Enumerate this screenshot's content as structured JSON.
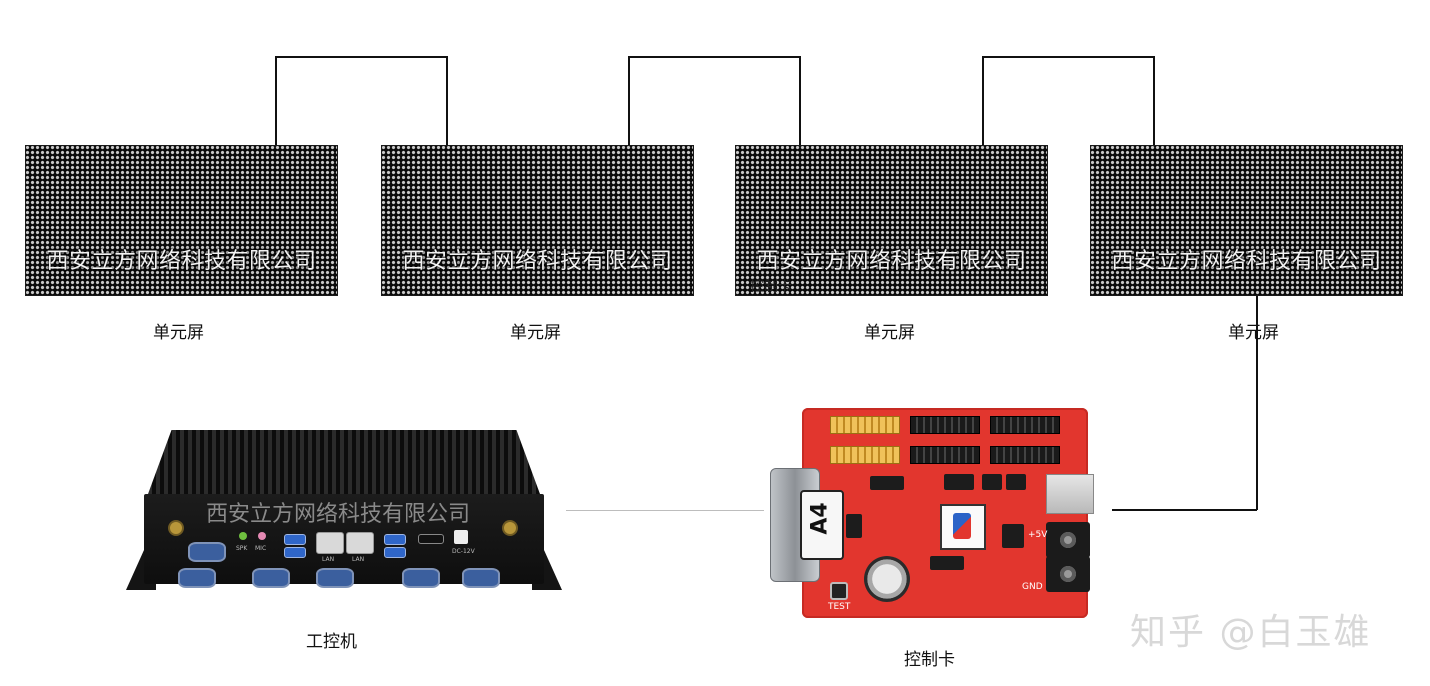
{
  "panels": [
    {
      "watermark": "西安立方网络科技有限公司",
      "caption": "单元屏"
    },
    {
      "watermark": "西安立方网络科技有限公司",
      "caption": "单元屏"
    },
    {
      "watermark": "西安立方网络科技有限公司",
      "caption": "单元屏"
    },
    {
      "watermark": "西安立方网络科技有限公司",
      "caption": "单元屏"
    }
  ],
  "stray_text": "控制卡",
  "industrial_pc": {
    "watermark": "西安立方网络科技有限公司",
    "caption": "工控机",
    "port_labels": [
      "SPK",
      "MIC",
      "LAN",
      "LAN",
      "DC-12V"
    ]
  },
  "control_card": {
    "caption": "控制卡",
    "connector_label": "A4",
    "silk_labels": [
      "+5V",
      "GND",
      "TEST"
    ]
  },
  "watermark": "知乎 @白玉雄",
  "colors": {
    "pcb": "#e2362e",
    "led_bg": "#0b0b0b",
    "wire": "#111111"
  }
}
